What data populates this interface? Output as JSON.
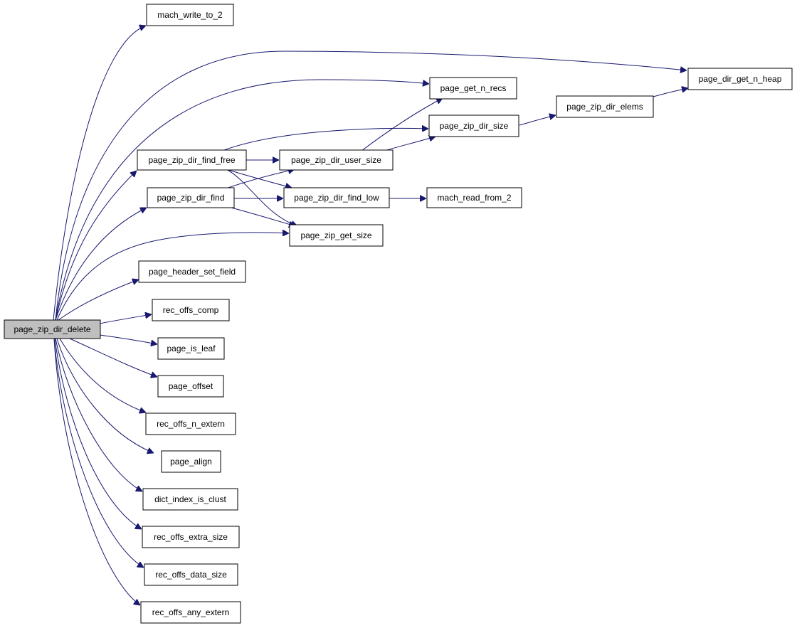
{
  "diagram": {
    "colors": {
      "edge": "#191970",
      "root_fill": "#bfbfbf",
      "node_fill": "#ffffff",
      "border": "#000000"
    },
    "nodes": {
      "n_root": "page_zip_dir_delete",
      "n_mw2": "mach_write_to_2",
      "n_pdgnh": "page_dir_get_n_heap",
      "n_pgnr": "page_get_n_recs",
      "n_pzde": "page_zip_dir_elems",
      "n_pzds": "page_zip_dir_size",
      "n_pzdff": "page_zip_dir_find_free",
      "n_pzdus": "page_zip_dir_user_size",
      "n_pzdf": "page_zip_dir_find",
      "n_pzdfl": "page_zip_dir_find_low",
      "n_mrf2": "mach_read_from_2",
      "n_pzgs": "page_zip_get_size",
      "n_phsf": "page_header_set_field",
      "n_roc": "rec_offs_comp",
      "n_pil": "page_is_leaf",
      "n_po": "page_offset",
      "n_rone": "rec_offs_n_extern",
      "n_pa": "page_align",
      "n_diic": "dict_index_is_clust",
      "n_roes": "rec_offs_extra_size",
      "n_rods": "rec_offs_data_size",
      "n_roae": "rec_offs_any_extern"
    },
    "edges": [
      [
        "n_root",
        "n_mw2"
      ],
      [
        "n_root",
        "n_pdgnh"
      ],
      [
        "n_root",
        "n_pgnr"
      ],
      [
        "n_root",
        "n_pzdff"
      ],
      [
        "n_root",
        "n_pzdf"
      ],
      [
        "n_root",
        "n_pzgs"
      ],
      [
        "n_root",
        "n_phsf"
      ],
      [
        "n_root",
        "n_roc"
      ],
      [
        "n_root",
        "n_pil"
      ],
      [
        "n_root",
        "n_po"
      ],
      [
        "n_root",
        "n_rone"
      ],
      [
        "n_root",
        "n_pa"
      ],
      [
        "n_root",
        "n_diic"
      ],
      [
        "n_root",
        "n_roes"
      ],
      [
        "n_root",
        "n_rods"
      ],
      [
        "n_root",
        "n_roae"
      ],
      [
        "n_pzdff",
        "n_pzds"
      ],
      [
        "n_pzdff",
        "n_pzdus"
      ],
      [
        "n_pzdff",
        "n_pzdfl"
      ],
      [
        "n_pzdff",
        "n_pzgs"
      ],
      [
        "n_pzdf",
        "n_pzdus"
      ],
      [
        "n_pzdf",
        "n_pzdfl"
      ],
      [
        "n_pzdf",
        "n_pzgs"
      ],
      [
        "n_pzdus",
        "n_pgnr"
      ],
      [
        "n_pzdus",
        "n_pzds"
      ],
      [
        "n_pzds",
        "n_pzde"
      ],
      [
        "n_pzde",
        "n_pdgnh"
      ],
      [
        "n_pzdfl",
        "n_mrf2"
      ]
    ]
  }
}
